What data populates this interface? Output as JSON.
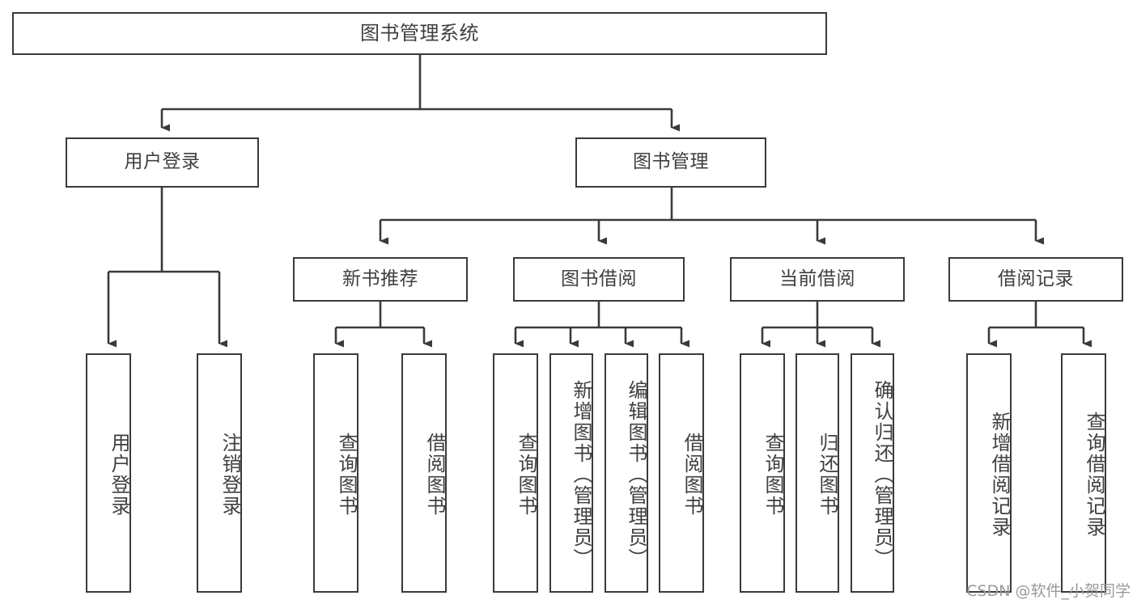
{
  "diagram": {
    "title": "图书管理系统",
    "stroke_color": "#3a3a3a",
    "text_color": "#3f3f3f",
    "background_color": "#ffffff",
    "root": {
      "label": "图书管理系统"
    },
    "level2": [
      {
        "label": "用户登录"
      },
      {
        "label": "图书管理"
      }
    ],
    "level3": [
      {
        "label": "新书推荐"
      },
      {
        "label": "图书借阅"
      },
      {
        "label": "当前借阅"
      },
      {
        "label": "借阅记录"
      }
    ],
    "leaves": {
      "user_login": [
        {
          "label": "用户登录"
        },
        {
          "label": "注销登录"
        }
      ],
      "new_book": [
        {
          "label": "查询图书"
        },
        {
          "label": "借阅图书"
        }
      ],
      "book_borrow": [
        {
          "label": "查询图书"
        },
        {
          "label": "新增图书（管理员）"
        },
        {
          "label": "编辑图书（管理员）"
        },
        {
          "label": "借阅图书"
        }
      ],
      "current_borrow": [
        {
          "label": "查询图书"
        },
        {
          "label": "归还图书"
        },
        {
          "label": "确认归还（管理员）"
        }
      ],
      "borrow_record": [
        {
          "label": "新增借阅记录"
        },
        {
          "label": "查询借阅记录"
        }
      ]
    }
  },
  "watermark": {
    "text": "CSDN @软件_小贺同学"
  }
}
